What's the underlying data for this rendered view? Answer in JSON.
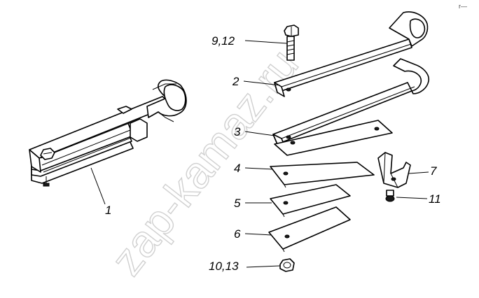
{
  "diagram": {
    "watermark": "zap-kamaz.ru",
    "corner_mark": "r—",
    "callouts": {
      "c1": "1",
      "c2": "2",
      "c3": "3",
      "c4": "4",
      "c5": "5",
      "c6": "6",
      "c7": "7",
      "c9_12": "9,12",
      "c10_13": "10,13",
      "c11": "11"
    },
    "colors": {
      "line": "#000000",
      "background": "#ffffff",
      "watermark": "#d0d0d0"
    }
  }
}
